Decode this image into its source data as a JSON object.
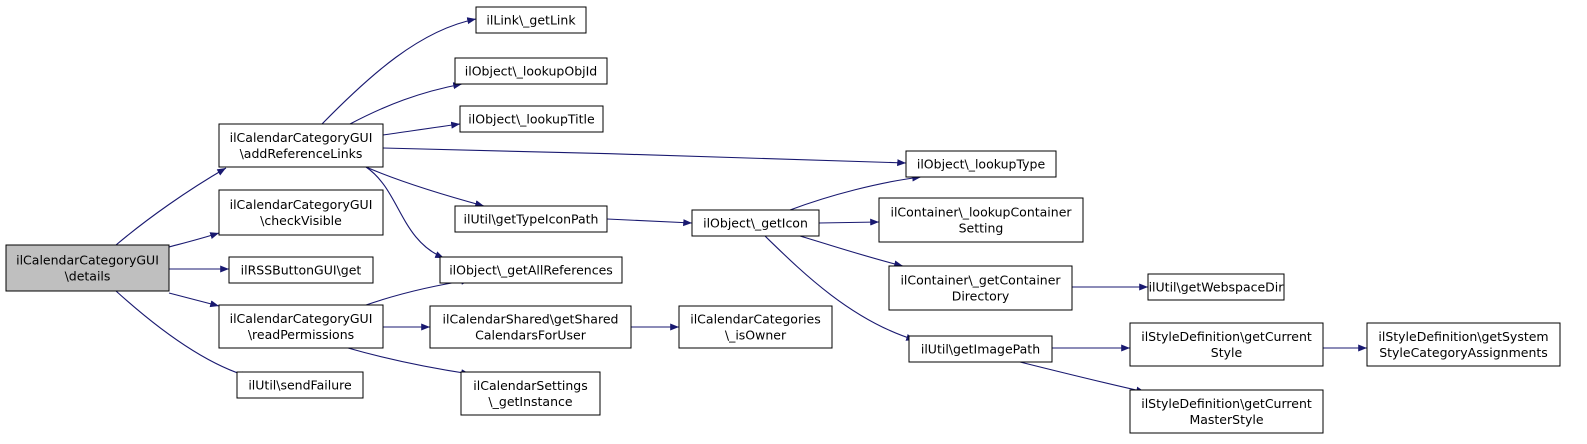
{
  "colors": {
    "edge": "#191970",
    "node_fill": "#ffffff",
    "root_fill": "#bfbfbf",
    "node_border": "#000000"
  },
  "nodes": [
    {
      "id": "details",
      "lines": [
        "ilCalendarCategoryGUI",
        "\\details"
      ]
    },
    {
      "id": "addReferenceLinks",
      "lines": [
        "ilCalendarCategoryGUI",
        "\\addReferenceLinks"
      ]
    },
    {
      "id": "checkVisible",
      "lines": [
        "ilCalendarCategoryGUI",
        "\\checkVisible"
      ]
    },
    {
      "id": "rssGet",
      "lines": [
        "ilRSSButtonGUI\\get"
      ]
    },
    {
      "id": "readPermissions",
      "lines": [
        "ilCalendarCategoryGUI",
        "\\readPermissions"
      ]
    },
    {
      "id": "sendFailure",
      "lines": [
        "ilUtil\\sendFailure"
      ]
    },
    {
      "id": "getLink",
      "lines": [
        "ilLink\\_getLink"
      ]
    },
    {
      "id": "lookupObjId",
      "lines": [
        "ilObject\\_lookupObjId"
      ]
    },
    {
      "id": "lookupTitle",
      "lines": [
        "ilObject\\_lookupTitle"
      ]
    },
    {
      "id": "getTypeIconPath",
      "lines": [
        "ilUtil\\getTypeIconPath"
      ]
    },
    {
      "id": "getAllReferences",
      "lines": [
        "ilObject\\_getAllReferences"
      ]
    },
    {
      "id": "getSharedCalendars",
      "lines": [
        "ilCalendarShared\\getShared",
        "CalendarsForUser"
      ]
    },
    {
      "id": "getInstance",
      "lines": [
        "ilCalendarSettings",
        "\\_getInstance"
      ]
    },
    {
      "id": "isOwner",
      "lines": [
        "ilCalendarCategories",
        "\\_isOwner"
      ]
    },
    {
      "id": "getIcon",
      "lines": [
        "ilObject\\_getIcon"
      ]
    },
    {
      "id": "lookupType",
      "lines": [
        "ilObject\\_lookupType"
      ]
    },
    {
      "id": "lookupContainerSetting",
      "lines": [
        "ilContainer\\_lookupContainer",
        "Setting"
      ]
    },
    {
      "id": "getContainerDirectory",
      "lines": [
        "ilContainer\\_getContainer",
        "Directory"
      ]
    },
    {
      "id": "getImagePath",
      "lines": [
        "ilUtil\\getImagePath"
      ]
    },
    {
      "id": "getWebspaceDir",
      "lines": [
        "ilUtil\\getWebspaceDir"
      ]
    },
    {
      "id": "getCurrentStyle",
      "lines": [
        "ilStyleDefinition\\getCurrent",
        "Style"
      ]
    },
    {
      "id": "getCurrentMasterStyle",
      "lines": [
        "ilStyleDefinition\\getCurrent",
        "MasterStyle"
      ]
    },
    {
      "id": "getSystemStyleCategoryAssignments",
      "lines": [
        "ilStyleDefinition\\getSystem",
        "StyleCategoryAssignments"
      ]
    }
  ],
  "edges": [
    [
      "details",
      "addReferenceLinks"
    ],
    [
      "details",
      "checkVisible"
    ],
    [
      "details",
      "rssGet"
    ],
    [
      "details",
      "readPermissions"
    ],
    [
      "details",
      "sendFailure"
    ],
    [
      "addReferenceLinks",
      "getLink"
    ],
    [
      "addReferenceLinks",
      "lookupObjId"
    ],
    [
      "addReferenceLinks",
      "lookupTitle"
    ],
    [
      "addReferenceLinks",
      "lookupType"
    ],
    [
      "addReferenceLinks",
      "getTypeIconPath"
    ],
    [
      "addReferenceLinks",
      "getAllReferences"
    ],
    [
      "readPermissions",
      "getAllReferences"
    ],
    [
      "readPermissions",
      "getSharedCalendars"
    ],
    [
      "readPermissions",
      "getInstance"
    ],
    [
      "getTypeIconPath",
      "getIcon"
    ],
    [
      "getSharedCalendars",
      "isOwner"
    ],
    [
      "getIcon",
      "lookupType"
    ],
    [
      "getIcon",
      "lookupContainerSetting"
    ],
    [
      "getIcon",
      "getContainerDirectory"
    ],
    [
      "getIcon",
      "getImagePath"
    ],
    [
      "getContainerDirectory",
      "getWebspaceDir"
    ],
    [
      "getImagePath",
      "getCurrentStyle"
    ],
    [
      "getImagePath",
      "getCurrentMasterStyle"
    ],
    [
      "getCurrentStyle",
      "getSystemStyleCategoryAssignments"
    ]
  ]
}
